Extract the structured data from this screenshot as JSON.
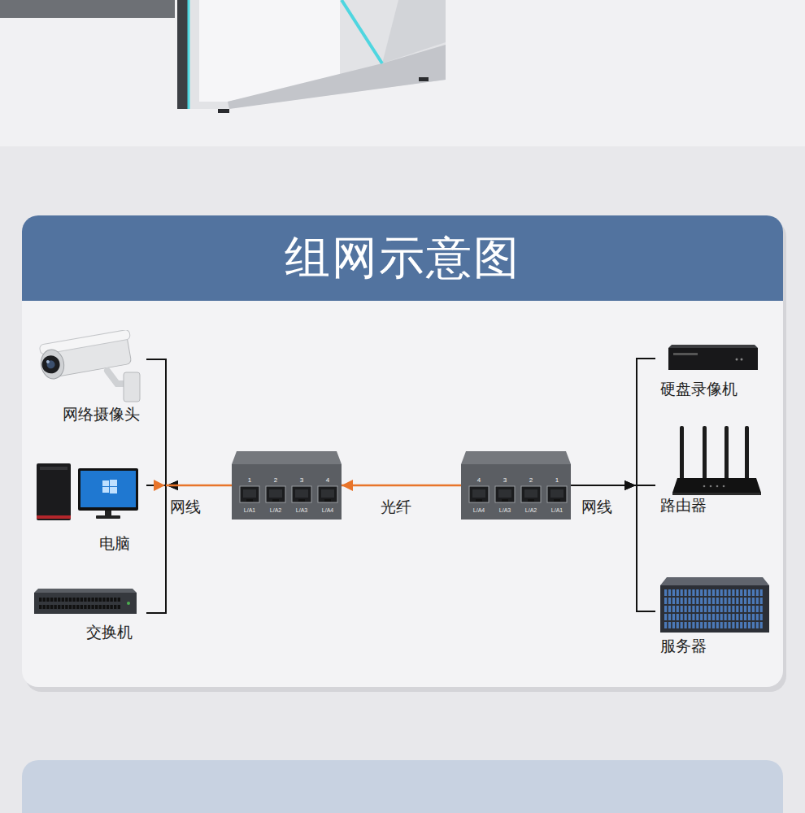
{
  "diagram": {
    "title": "组网示意图",
    "nodes": [
      {
        "text": [
          "网络摄像头"
        ]
      },
      {
        "text": [
          "电脑"
        ]
      },
      {
        "text": [
          "交换机"
        ]
      },
      {
        "text": [
          "1",
          "2",
          "3",
          "4",
          "L/A1",
          "L/A2",
          "L/A3",
          "L/A4"
        ]
      },
      {
        "text": [
          "4",
          "3",
          "2",
          "1",
          "L/A4",
          "L/A3",
          "L/A2",
          "L/A1"
        ]
      },
      {
        "text": [
          "硬盘录像机"
        ]
      },
      {
        "text": [
          "路由器"
        ]
      },
      {
        "text": [
          "服务器"
        ]
      }
    ],
    "edges": [
      {
        "from": 3,
        "to": 0,
        "arrow": "to"
      },
      {
        "from": 3,
        "to": 1,
        "label": "网线",
        "arrow": "to"
      },
      {
        "from": 3,
        "to": 2,
        "arrow": "to"
      },
      {
        "from": 3,
        "to": 4,
        "label": "光纤",
        "arrow": "both"
      },
      {
        "from": 4,
        "to": 5,
        "arrow": "to"
      },
      {
        "from": 4,
        "to": 6,
        "label": "网线",
        "arrow": "to"
      },
      {
        "from": 4,
        "to": 7,
        "arrow": "to"
      }
    ]
  }
}
